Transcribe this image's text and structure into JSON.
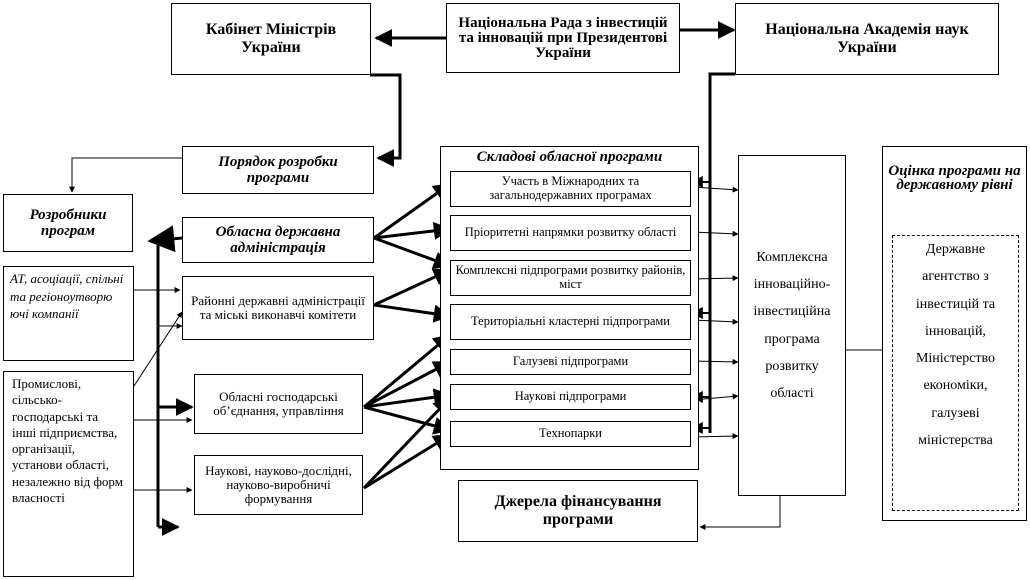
{
  "nodes": {
    "cabinet": "Кабінет Міністрів України",
    "national_council": "Національна Рада з інвестицій та інновацій при Президентові України",
    "academy": "Національна Академія наук України",
    "procedure": "Порядок розробки програми",
    "developers": "Розробники програм",
    "regional_admin": "Обласна державна адміністрація",
    "district_admins": "Районні державні адміністрації та міські виконавчі комітети",
    "associations": "АТ, асоціації, спільні та регіоноутворю ючі компанії",
    "enterprises": "Промислові, сільсько-господарські та інші підприємства, організації, установи області, незалежно від форм власності",
    "economic_assoc": "Обласні господарські об’єднання, управління",
    "scientific_units": "Наукові, науково-дослідні, науково-виробничі формування",
    "components_title": "Складові обласної програми",
    "components": [
      "Участь в Міжнародних та загальнодержавних програмах",
      "Пріоритетні напрямки розвитку області",
      "Комплексні підпрограми розвитку районів, міст",
      "Територіальні кластерні підпрограми",
      "Галузеві підпрограми",
      "Наукові підпрограми",
      "Технопарки"
    ],
    "complex_program": "Комплексна інноваційно-інвестиційна програма розвитку області",
    "funding": "Джерела фінансування програми",
    "evaluation_title": "Оцінка програми на державному рівні",
    "evaluation_body": "Державне агентство з інвестицій та інновацій, Міністерство економіки, галузеві міністерства"
  }
}
